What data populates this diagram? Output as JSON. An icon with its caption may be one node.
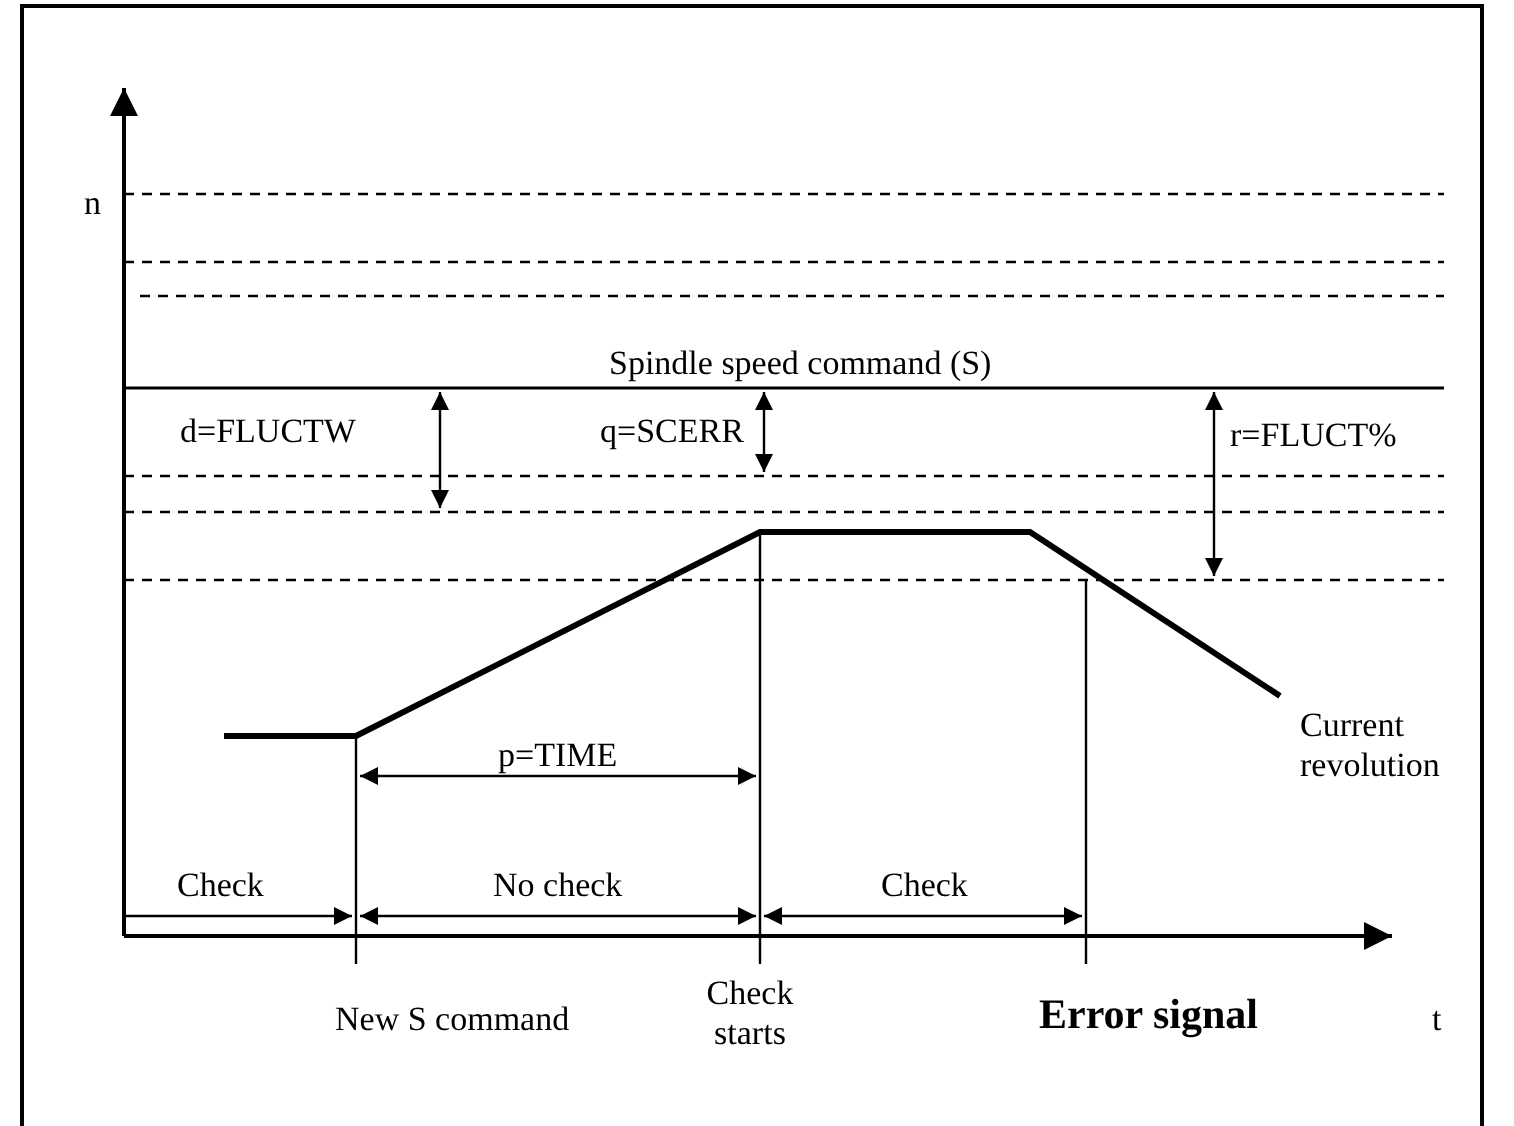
{
  "diagram": {
    "labels": [
      "n",
      "t",
      "Spindle speed command (S)",
      "d=FLUCTW",
      "q=SCERR",
      "r=FLUCT%",
      "Current revolution",
      "p=TIME",
      "Check",
      "No check",
      "Check",
      "New S command",
      "Check starts",
      "Error signal"
    ]
  }
}
